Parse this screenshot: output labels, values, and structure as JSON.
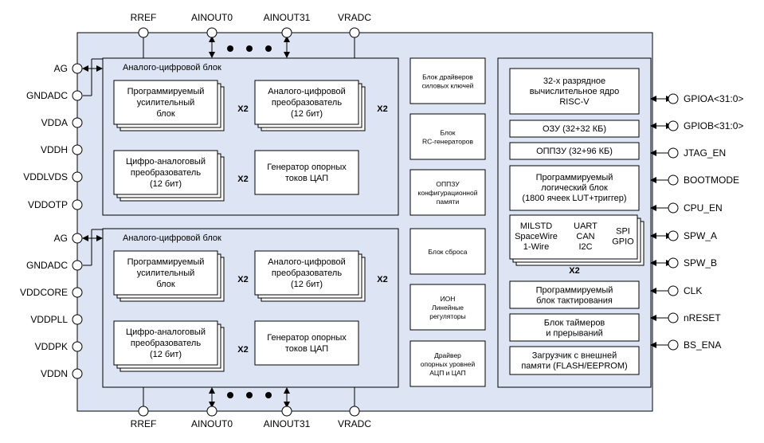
{
  "colors": {
    "chip": "#dde5f5",
    "line": "#000000",
    "white": "#ffffff"
  },
  "top_pins": [
    "RREF",
    "AINOUT0",
    "AINOUT31",
    "VRADC"
  ],
  "bottom_pins": [
    "RREF",
    "AINOUT0",
    "AINOUT31",
    "VRADC"
  ],
  "left_pins": [
    "AG",
    "GNDADC",
    "VDDA",
    "VDDH",
    "VDDLVDS",
    "VDDOTP",
    "AG",
    "GNDADC",
    "VDDCORE",
    "VDDPLL",
    "VDDPK",
    "VDDN"
  ],
  "right_pins": [
    "GPIOA<31:0>",
    "GPIOB<31:0>",
    "JTAG_EN",
    "BOOTMODE",
    "CPU_EN",
    "SPW_A",
    "SPW_B",
    "CLK",
    "nRESET",
    "BS_ENA"
  ],
  "analog_block_title": "Аналого-цифровой блок",
  "analog": {
    "pga": [
      "Программируемый",
      "усилительный",
      "блок"
    ],
    "adc": [
      "Аналого-цифровой",
      "преобразователь",
      "(12 бит)"
    ],
    "dac": [
      "Цифро-аналоговый",
      "преобразователь",
      "(12 бит)"
    ],
    "gen": [
      "Генератор опорных",
      "токов ЦАП"
    ],
    "mult": "X2"
  },
  "middle": [
    [
      "Блок драйверов",
      "силовых ключей"
    ],
    [
      "Блок",
      "RC-генераторов"
    ],
    [
      "ОППЗУ",
      "конфигурационной",
      "памяти"
    ],
    [
      "Блок сброса"
    ],
    [
      "ИОН",
      "Линейные",
      "регуляторы"
    ],
    [
      "Драйвер",
      "опорных уровней",
      "АЦП и ЦАП"
    ]
  ],
  "right": {
    "core": [
      "32-х разрядное",
      "вычислительное ядро",
      "RISC-V"
    ],
    "ram": [
      "ОЗУ (32+32 КБ)"
    ],
    "rom": [
      "ОППЗУ (32+96 КБ)"
    ],
    "pld": [
      "Программируемый",
      "логический блок",
      "(1800 ячеек LUT+триггер)"
    ],
    "iface": {
      "col1": [
        "MILSTD",
        "SpaceWire",
        "1-Wire"
      ],
      "col2": [
        "UART",
        "CAN",
        "I2C"
      ],
      "col3": [
        "SPI",
        "GPIO"
      ],
      "mult": "X2"
    },
    "clk": [
      "Программируемый",
      "блок тактирования"
    ],
    "timers": [
      "Блок таймеров",
      "и прерываний"
    ],
    "loader": [
      "Загрузчик с внешней",
      "памяти (FLASH/EEPROM)"
    ]
  }
}
